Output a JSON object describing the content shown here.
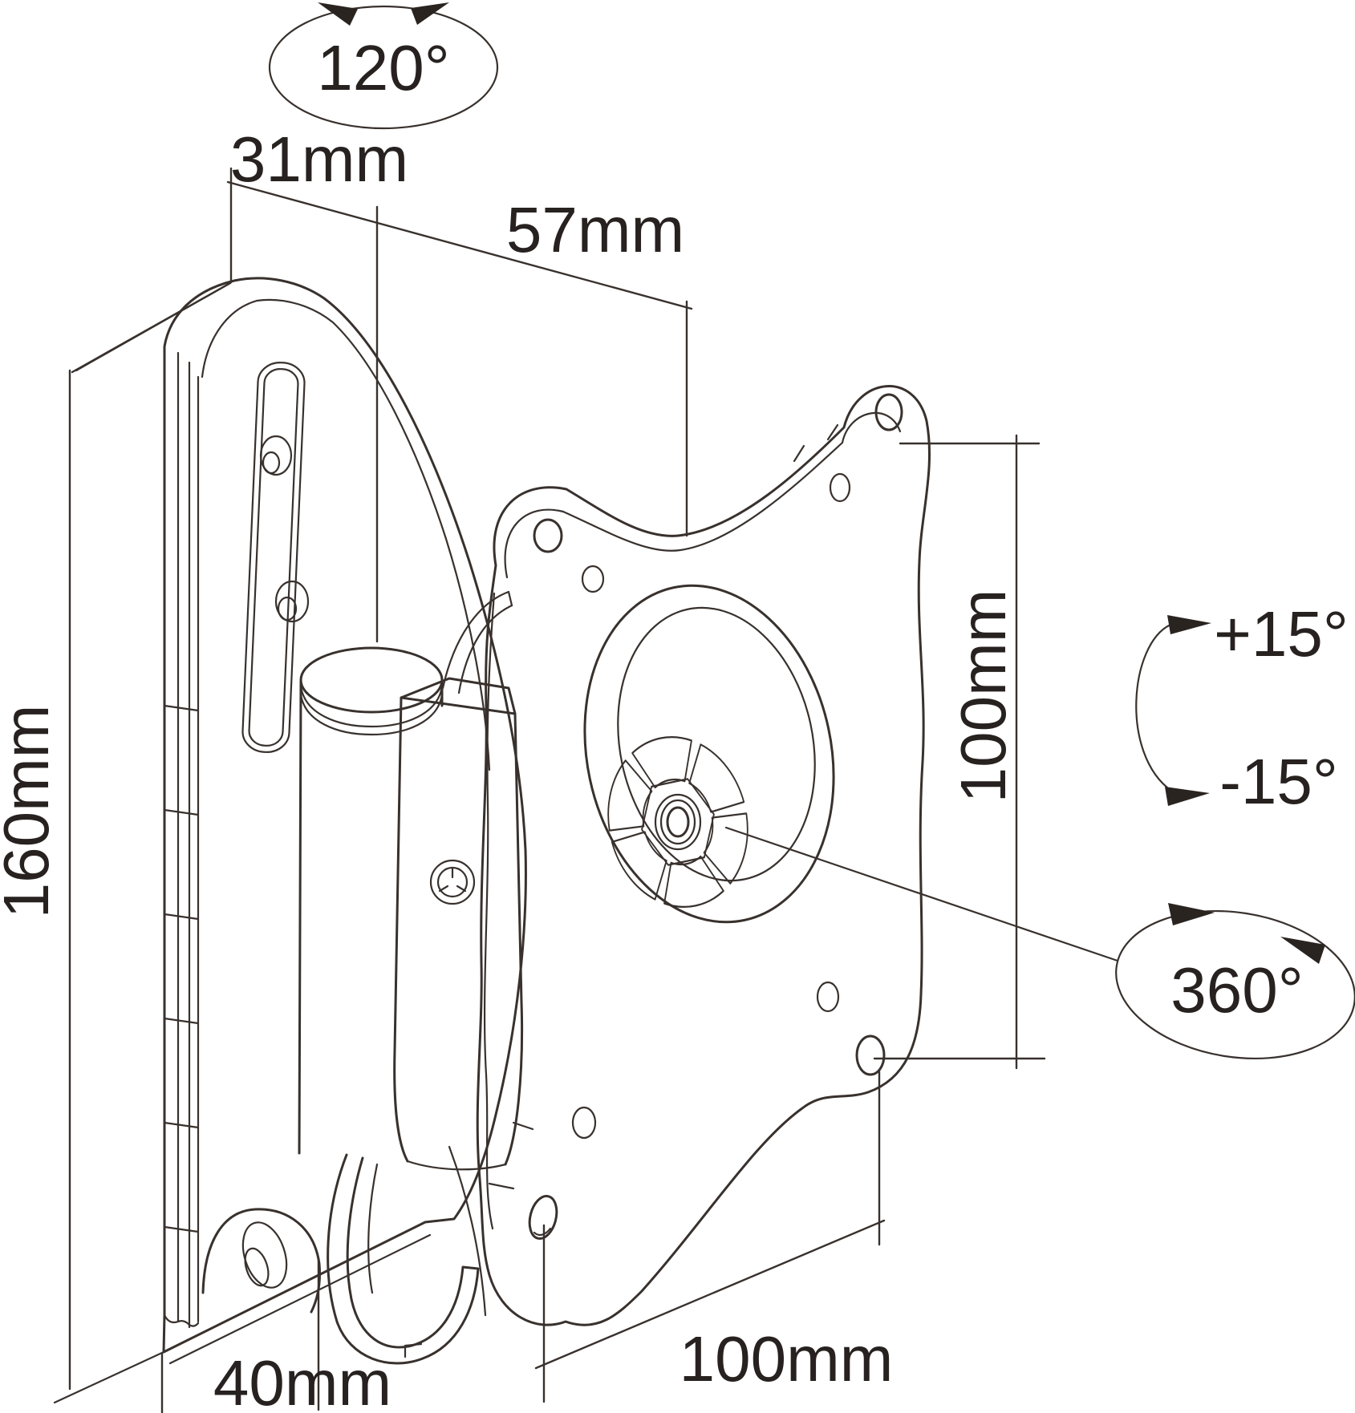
{
  "page": {
    "background": "#ffffff",
    "line_color": "#38312d",
    "text_color": "#272220"
  },
  "diagram": {
    "annotations": {
      "swivel_range": "120°",
      "bracket_depth": "31mm",
      "profile_depth": "57mm",
      "plate_height": "160mm",
      "vesa_vertical": "100mm",
      "tilt_up": "+15°",
      "tilt_down": "-15°",
      "rotation": "360°",
      "vesa_horizontal": "100mm",
      "base_depth": "40mm"
    }
  }
}
